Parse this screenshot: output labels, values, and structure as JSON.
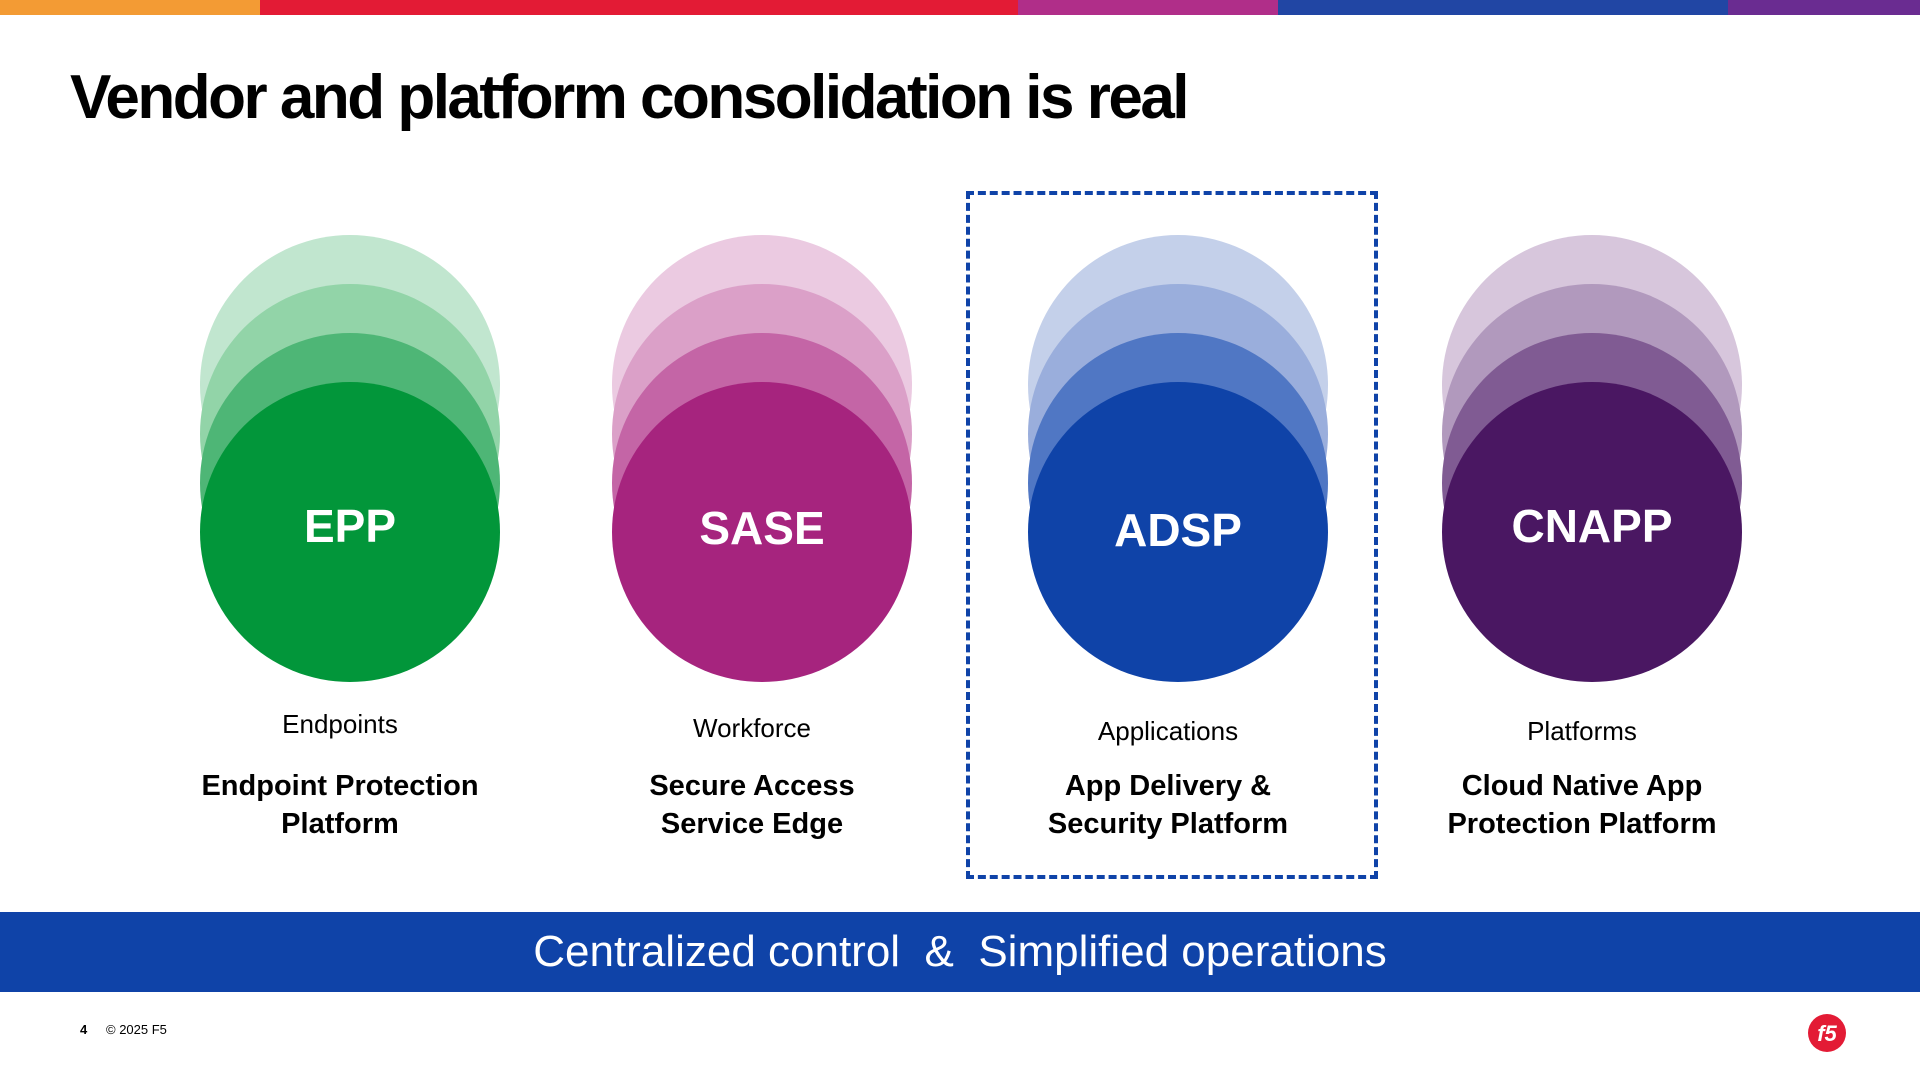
{
  "topbar_colors": [
    "#f39b34",
    "#e31b35",
    "#e31b35",
    "#b02e89",
    "#2146a4",
    "#6a2c91"
  ],
  "title": "Vendor and platform consolidation is real",
  "columns": [
    {
      "abbr": "EPP",
      "category": "Endpoints",
      "full_line1": "Endpoint Protection",
      "full_line2": "Platform",
      "color": "#02963a",
      "tints": [
        "#c1e6cf",
        "#92d4a8",
        "#4eb676"
      ],
      "highlighted": false
    },
    {
      "abbr": "SASE",
      "category": "Workforce",
      "full_line1": "Secure Access",
      "full_line2": "Service Edge",
      "color": "#a6247e",
      "tints": [
        "#ebcae1",
        "#dba0c8",
        "#c465a6"
      ],
      "highlighted": false
    },
    {
      "abbr": "ADSP",
      "category": "Applications",
      "full_line1": "App Delivery &",
      "full_line2": "Security Platform",
      "color": "#0f43a8",
      "tints": [
        "#c4d0ea",
        "#9aaedc",
        "#5077c4"
      ],
      "highlighted": true
    },
    {
      "abbr": "CNAPP",
      "category": "Platforms",
      "full_line1": "Cloud Native App",
      "full_line2": "Protection Platform",
      "color": "#4a1762",
      "tints": [
        "#d7c6dc",
        "#b199bd",
        "#805b93"
      ],
      "highlighted": false
    }
  ],
  "banner": {
    "text": "Centralized control  &  Simplified operations",
    "color": "#0f43a8"
  },
  "footer": {
    "page_number": "4",
    "copyright": "© 2025 F5"
  },
  "logo": {
    "text": "f5",
    "color": "#e31b35"
  }
}
